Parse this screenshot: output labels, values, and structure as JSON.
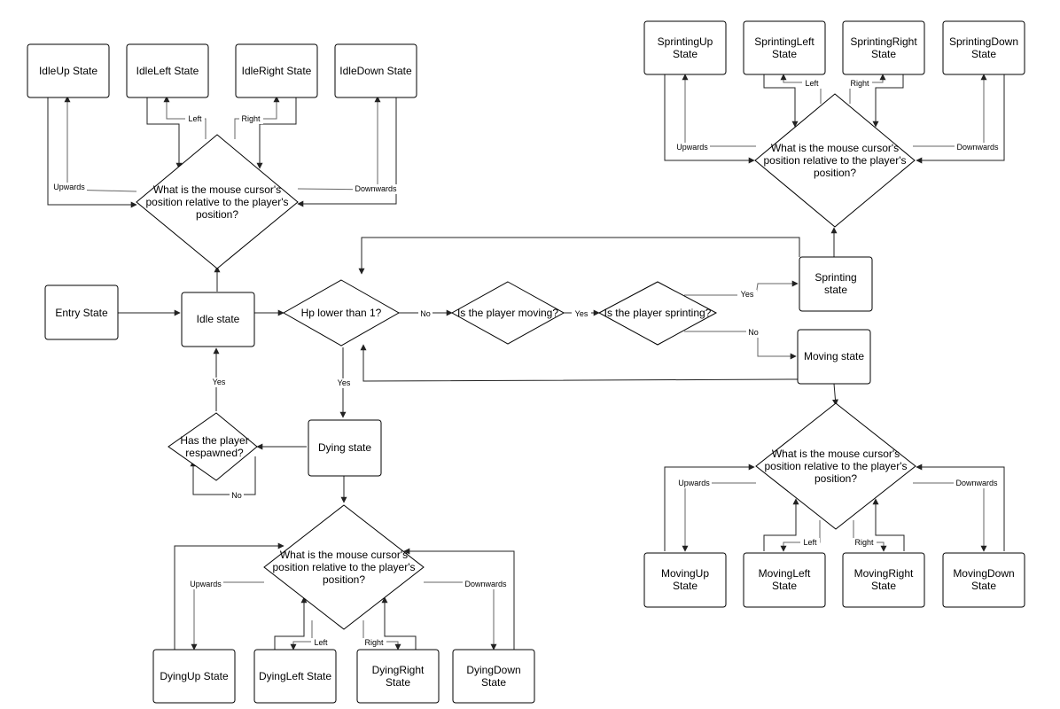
{
  "diagram": {
    "nodes": {
      "idle_up": "IdleUp State",
      "idle_left": "IdleLeft State",
      "idle_right": "IdleRight State",
      "idle_down": "IdleDown State",
      "idle_decision": "What is the mouse cursor's position relative to the player's position?",
      "entry": "Entry State",
      "idle": "Idle state",
      "hp_check": "Hp lower than 1?",
      "is_moving": "Is the player moving?",
      "is_sprinting": "Is the player sprinting?",
      "sprinting": "Sprinting state",
      "moving": "Moving state",
      "respawned": "Has the player respawned?",
      "dying": "Dying state",
      "dying_decision": "What is the mouse cursor's position relative to the player's position?",
      "dying_up": "DyingUp State",
      "dying_left": "DyingLeft State",
      "dying_right": "DyingRight State",
      "dying_down": "DyingDown State",
      "sprint_up": "SprintingUp State",
      "sprint_left": "SprintingLeft State",
      "sprint_right": "SprintingRight State",
      "sprint_down": "SprintingDown State",
      "sprint_decision": "What is the mouse cursor's position relative to the player's position?",
      "moving_decision": "What is the mouse cursor's position relative to the player's position?",
      "moving_up": "MovingUp State",
      "moving_left": "MovingLeft State",
      "moving_right": "MovingRight State",
      "moving_down": "MovingDown State"
    },
    "edge_labels": {
      "upwards": "Upwards",
      "downwards": "Downwards",
      "left": "Left",
      "right": "Right",
      "yes": "Yes",
      "no": "No"
    }
  }
}
